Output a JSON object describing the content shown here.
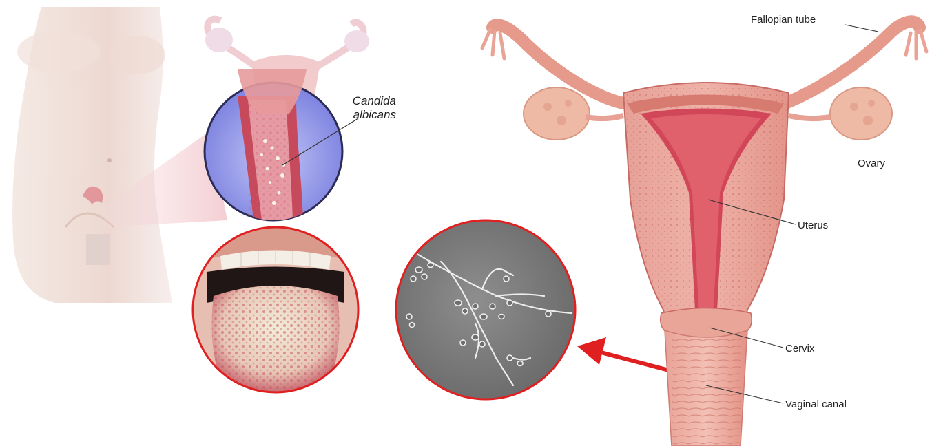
{
  "labels": {
    "candida_line1": "Candida",
    "candida_line2": "albicans",
    "fallopian_tube": "Fallopian tube",
    "ovary": "Ovary",
    "uterus": "Uterus",
    "cervix": "Cervix",
    "vaginal_canal": "Vaginal canal"
  },
  "colors": {
    "tissue": "#e89a8e",
    "tissue_dark": "#c94f55",
    "lumen": "#d2465a",
    "ovary": "#edb9a3",
    "magnifier_blue": "#8f93e8",
    "callout_border": "#e02020",
    "arrow": "#e02020",
    "micro_bg": "#7c7c7c"
  },
  "panels": [
    {
      "id": "body-silhouette",
      "icon": "female-torso"
    },
    {
      "id": "vaginal-infection-magnifier",
      "icon": "vaginal-cross-section"
    },
    {
      "id": "oral-thrush-callout",
      "icon": "tongue-thrush"
    },
    {
      "id": "micrograph-callout",
      "icon": "candida-hyphae-micrograph"
    },
    {
      "id": "reproductive-anatomy",
      "icon": "uterus-anatomy"
    }
  ]
}
